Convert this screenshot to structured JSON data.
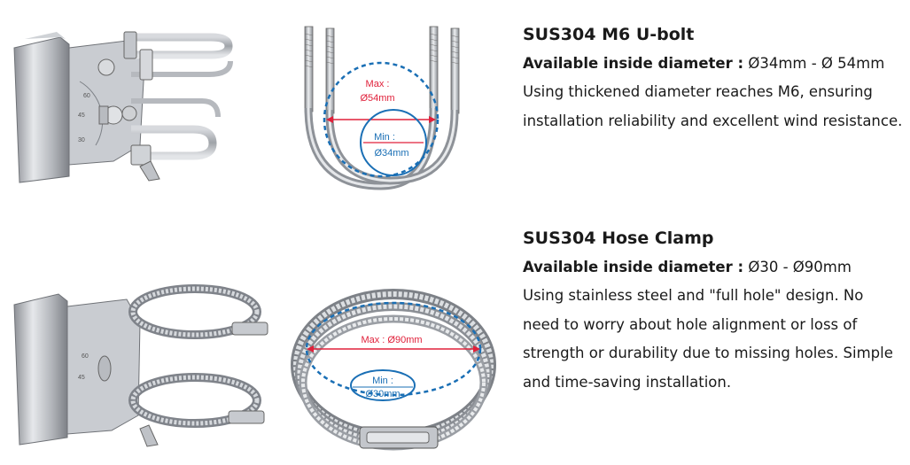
{
  "products": [
    {
      "title": "SUS304 M6 U-bolt",
      "spec_label": "Available inside diameter :",
      "spec_value": "Ø34mm - Ø 54mm",
      "description": "Using thickened diameter reaches M6, ensuring installation reliability and excellent wind resistance.",
      "diagram": {
        "max_label": "Max :",
        "max_value": "Ø54mm",
        "min_label": "Min :",
        "min_value": "Ø34mm"
      },
      "bracket_scale": {
        "ticks": [
          "60",
          "45",
          "30"
        ]
      }
    },
    {
      "title": "SUS304 Hose Clamp",
      "spec_label": "Available inside diameter :",
      "spec_value": "Ø30 - Ø90mm",
      "description": "Using stainless steel and \"full hole\" design. No need to worry about hole alignment or loss of strength or durability due to missing holes.  Simple and time-saving installation.",
      "diagram": {
        "max_text": "Max : Ø90mm",
        "min_label": "Min :",
        "min_value": "Ø30mm"
      },
      "bracket_scale": {
        "ticks": [
          "60",
          "45"
        ]
      }
    }
  ],
  "colors": {
    "max_marker": "#e0203a",
    "min_marker": "#1a6fb5",
    "steel": "#b8bcc2"
  }
}
